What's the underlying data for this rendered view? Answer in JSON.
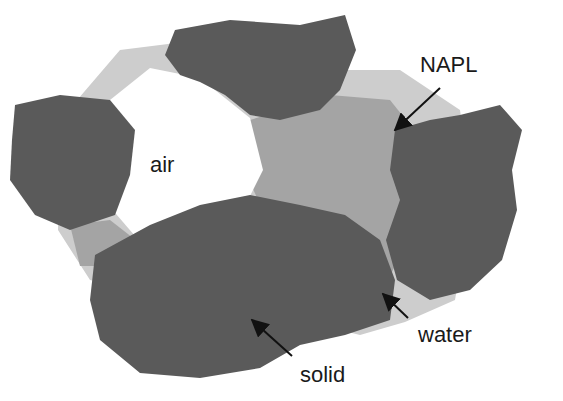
{
  "diagram": {
    "labels": [
      "NAPL",
      "air",
      "water",
      "solid"
    ]
  }
}
